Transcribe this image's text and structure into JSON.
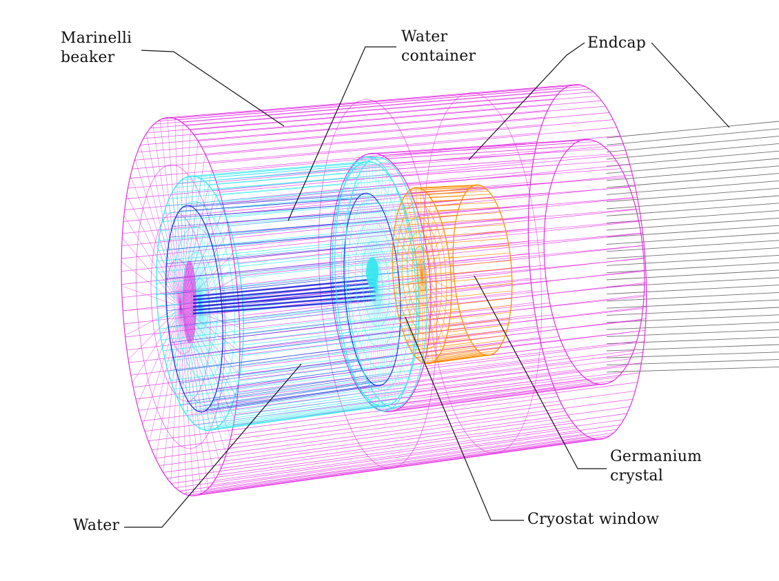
{
  "labels": {
    "marinelli_1": "Marinelli",
    "marinelli_2": "beaker",
    "water_container_1": "Water",
    "water_container_2": "container",
    "endcap": "Endcap",
    "germanium_1": "Germanium",
    "germanium_2": "crystal",
    "cryostat": "Cryostat window",
    "water": "Water"
  },
  "colors": {
    "beaker": "#e020e0",
    "water_container": "#33e8ee",
    "water_inner": "#1a1ad8",
    "crystal": "#ff8c00",
    "endcap": "#e020e0",
    "detector_tube": "#555555",
    "leader": "#111111"
  }
}
